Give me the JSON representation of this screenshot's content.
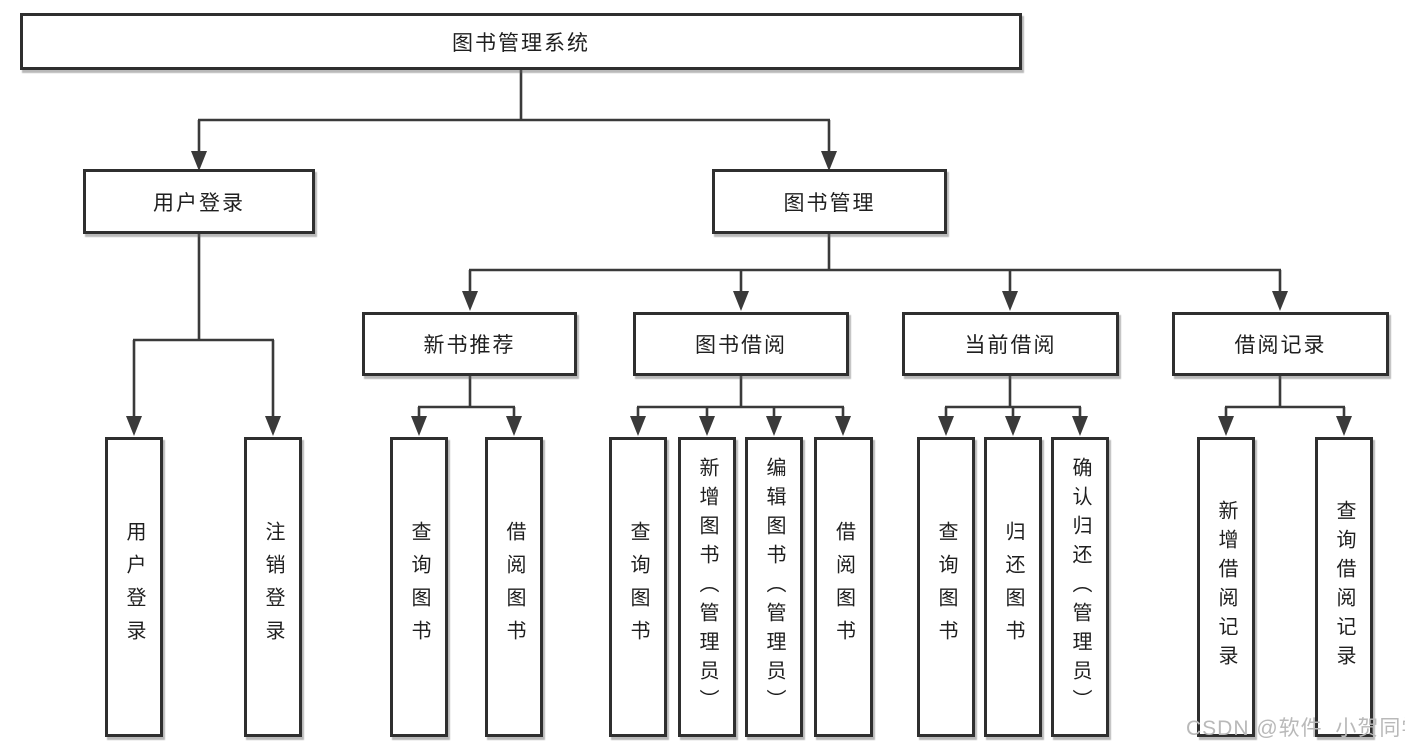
{
  "diagram": {
    "root": {
      "label": "图书管理系统"
    },
    "branches": {
      "user_login": {
        "label": "用户登录"
      },
      "book_mgmt": {
        "label": "图书管理"
      }
    },
    "modules": [
      {
        "label": "新书推荐"
      },
      {
        "label": "图书借阅"
      },
      {
        "label": "当前借阅"
      },
      {
        "label": "借阅记录"
      }
    ],
    "leaves": {
      "user_login": [
        "用户登录",
        "注销登录"
      ],
      "new_book": [
        "查询图书",
        "借阅图书"
      ],
      "book_borrow": [
        "查询图书",
        "新增图书（管理员）",
        "编辑图书（管理员）",
        "借阅图书"
      ],
      "current_borrow": [
        "查询图书",
        "归还图书",
        "确认归还（管理员）"
      ],
      "borrow_record": [
        "新增借阅记录",
        "查询借阅记录"
      ]
    }
  },
  "watermark": {
    "text": "CSDN @软件_小贺同学",
    "color": "#b9b9b9"
  },
  "colors": {
    "line": "#3a3a3a",
    "box_border": "#2f2f2f",
    "text": "#1f1f1f",
    "background": "#ffffff"
  }
}
